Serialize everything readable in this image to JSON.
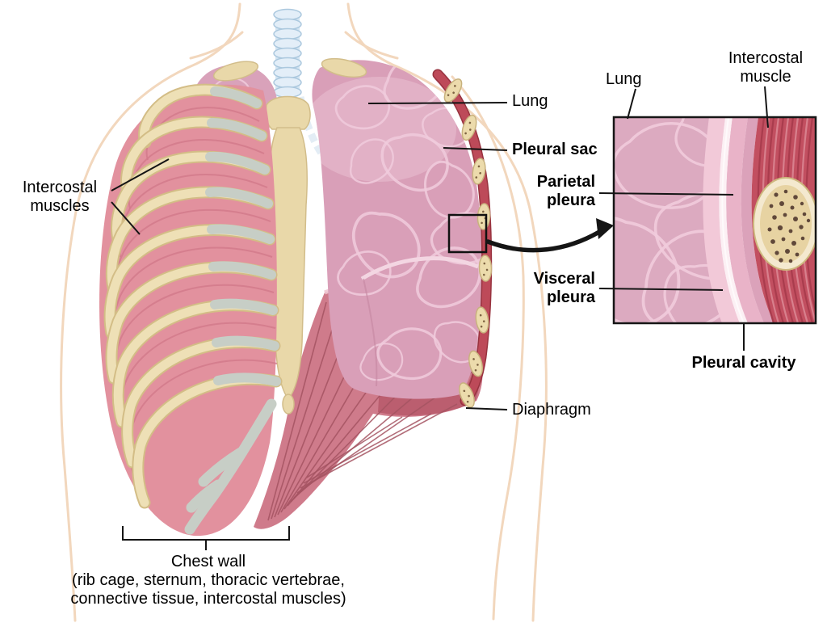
{
  "labels": {
    "lung": "Lung",
    "pleural_sac": "Pleural sac",
    "intercostal_muscles": "Intercostal\nmuscles",
    "diaphragm": "Diaphragm",
    "chest_wall": "Chest wall\n(rib cage, sternum, thoracic vertebrae,\nconnective tissue, intercostal muscles)"
  },
  "inset": {
    "lung": "Lung",
    "intercostal_muscle": "Intercostal\nmuscle",
    "parietal_pleura": "Parietal\npleura",
    "visceral_pleura": "Visceral\npleura",
    "pleural_cavity": "Pleural cavity"
  },
  "colors": {
    "lung_pink": "#d99fb8",
    "muscle_red": "#c24f60",
    "bone_tan": "#e9d8a9",
    "cartilage_gray": "#c7cec6",
    "pleura_light": "#f2c9d8",
    "outline_peach": "#f2d7bd"
  }
}
